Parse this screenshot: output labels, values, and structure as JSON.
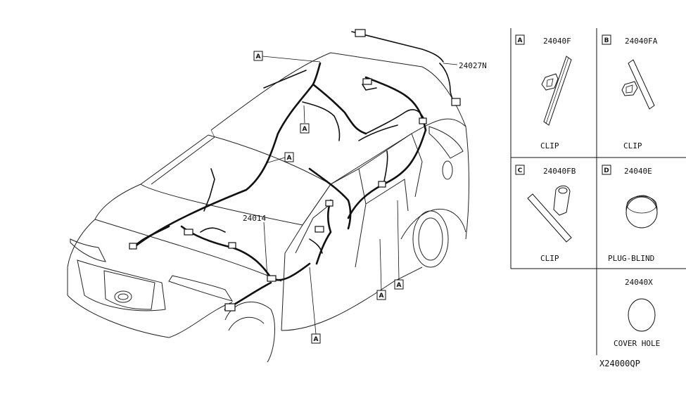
{
  "callouts": {
    "tag_a": "A",
    "tag_b": "B",
    "tag_c": "C",
    "tag_d": "D",
    "roof_harness": "24027N",
    "main_harness": "24014"
  },
  "parts": {
    "a_number": "24040F",
    "a_name": "CLIP",
    "b_number": "24040FA",
    "b_name": "CLIP",
    "c_number": "24040FB",
    "c_name": "CLIP",
    "d_number": "24040E",
    "d_name": "PLUG-BLIND",
    "x_number": "24040X",
    "x_name": "COVER HOLE"
  },
  "diagram_code": "X24000QP"
}
